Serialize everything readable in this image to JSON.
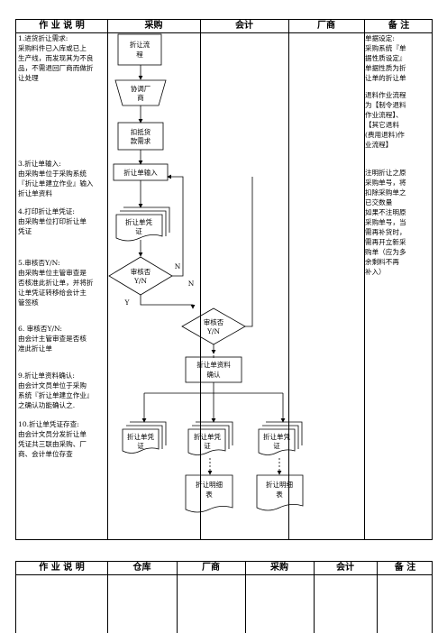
{
  "table1": {
    "headers": {
      "desc": "作 业 说 明",
      "c1": "采购",
      "c2": "会计",
      "c3": "厂商",
      "c4": "备 注"
    },
    "steps": [
      {
        "lines": [
          "1.进货折让需求:",
          "采购料件已入库或已上",
          "生产线，而发现其为不良",
          "品，不需退回厂商而做折",
          "让处理"
        ]
      },
      {
        "lines": [
          "3.折让单输入:",
          "由采购单位于采购系统",
          "『折让单建立作业』输入",
          "折让单资料"
        ]
      },
      {
        "lines": [
          "4.打印折让单凭证:",
          "由采购单位打印折让单",
          "凭证"
        ]
      },
      {
        "lines": [
          "5.审核否Y/N:",
          "由采购单位主管审查是",
          "否核准此折让单，并将折",
          "让单凭证转移给会计主",
          "管签核"
        ]
      },
      {
        "lines": [
          "6. 审核否Y/N:",
          "由会计主管审查是否核",
          "准此折让单"
        ]
      },
      {
        "lines": [
          "9.折让单资料确认:",
          "由会计文员单位于采购",
          "系统『折让单建立作业』",
          "之确认功能确认之."
        ]
      },
      {
        "lines": [
          "10.折让单凭证存查:",
          "由会计文员分发折让单",
          "凭证共三联由采购、厂",
          "商、会计单位存查"
        ]
      }
    ],
    "notes": {
      "n1": [
        "单据设定:",
        "采购系统『单",
        "据性质设定』",
        "单据性质为折",
        "让单的折让单"
      ],
      "n2": [
        "退料作业流程",
        "为【制令退料",
        "作业流程】、",
        "【其它退料",
        "(费用退料)作",
        "业流程】"
      ],
      "n3": [
        "注明折让之原",
        "采购单号，将",
        "扣除采购单之",
        "已交数量",
        "如果不注明原",
        "采购单号，当",
        "需再补货时，",
        "需再开立新采",
        "购单（应为多",
        "余剩料不再",
        "补入）"
      ]
    },
    "flow": {
      "n_rebate_process": [
        "折让流",
        "程"
      ],
      "n_negotiate": [
        "协调厂",
        "商"
      ],
      "n_deduct": [
        "扣抵货",
        "款需求"
      ],
      "n_input": "折让单输入",
      "n_print": [
        "折让单凭",
        "证"
      ],
      "n_review1": [
        "审核否",
        "Y/N"
      ],
      "n_review2": [
        "审核否",
        "Y/N"
      ],
      "n_confirm": [
        "折让单资料",
        "确认"
      ],
      "n_voucher": [
        "折让单凭",
        "证"
      ],
      "n_detail": [
        "折让明细",
        "表"
      ],
      "label_n": "N",
      "label_y": "Y"
    }
  },
  "table2": {
    "headers": {
      "desc": "作 业 说 明",
      "c1": "仓库",
      "c2": "厂商",
      "c3": "采购",
      "c4": "会计",
      "c5": "备 注"
    }
  }
}
